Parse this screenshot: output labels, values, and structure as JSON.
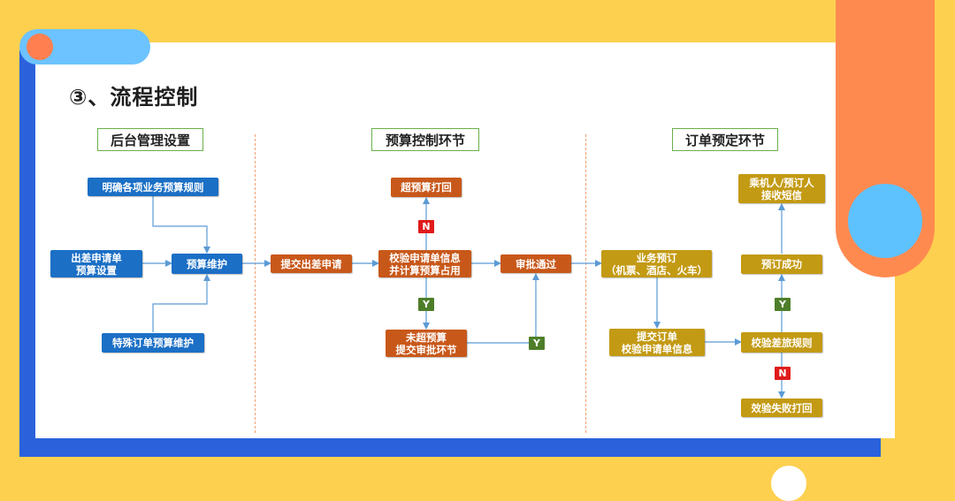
{
  "title": "③、流程控制",
  "sections": {
    "backend": "后台管理设置",
    "budget": "预算控制环节",
    "order": "订单预定环节"
  },
  "nodes": {
    "clear_rules": "明确各项业务预算规则",
    "trip_budget": "出差申请单\n预算设置",
    "budget_maint": "预算维护",
    "special_maint": "特殊订单预算维护",
    "submit_trip": "提交出差申请",
    "verify_info": "校验申请单信息\n并计算预算占用",
    "over_reject": "超预算打回",
    "not_over": "未超预算\n提交审批环节",
    "approved": "审批通过",
    "booking": "业务预订\n（机票、酒店、火车）",
    "submit_order": "提交订单\n校验申请单信息",
    "verify_rules": "校验差旅规则",
    "verify_fail": "效验失败打回",
    "book_success": "预订成功",
    "sms": "乘机人/预订人\n接收短信"
  },
  "labels": {
    "n": "N",
    "y": "Y"
  },
  "colors": {
    "blue_box": "#1b6fc5",
    "orange_box": "#c8581a",
    "gold_box": "#c39a13",
    "arrow": "#5b9bd5"
  }
}
